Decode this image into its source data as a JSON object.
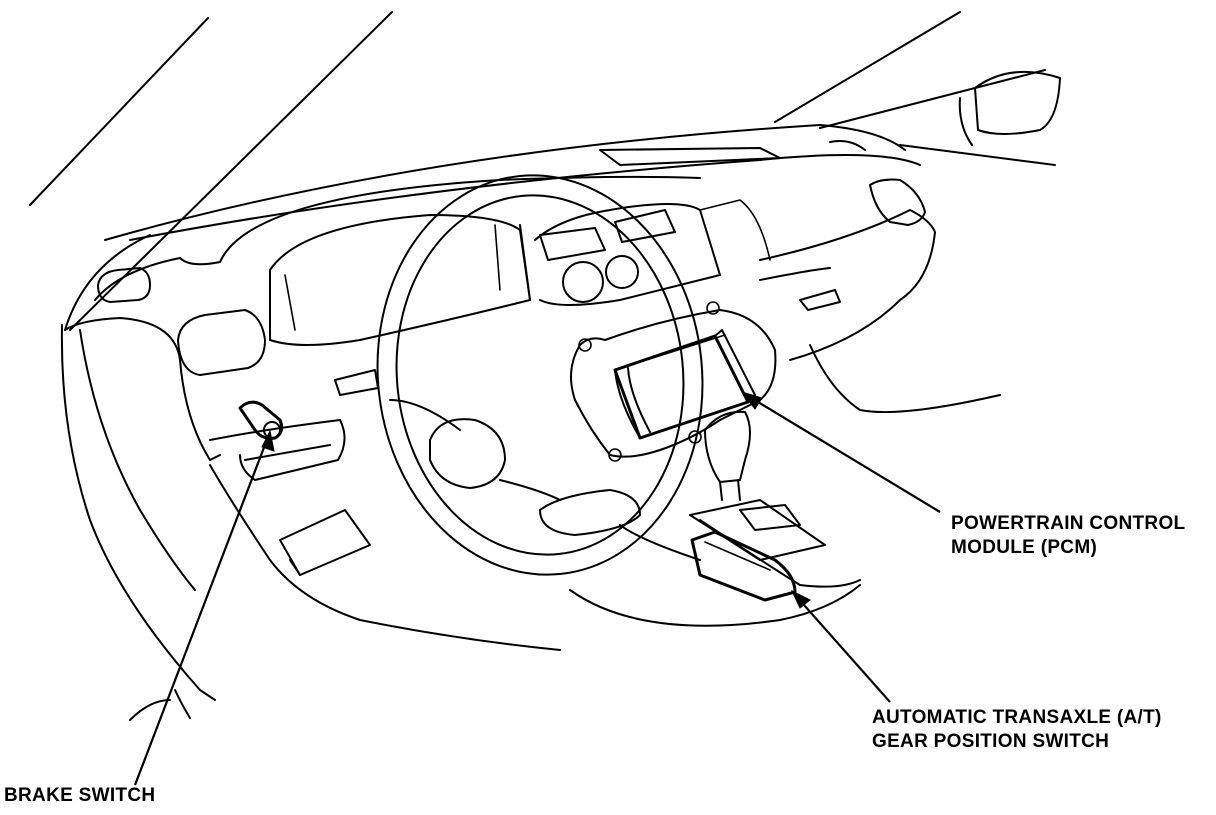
{
  "callouts": {
    "pcm": {
      "line1": "POWERTRAIN CONTROL",
      "line2": "MODULE (PCM)"
    },
    "gear_switch": {
      "line1": "AUTOMATIC TRANSAXLE (A/T)",
      "line2": "GEAR POSITION SWITCH"
    },
    "brake_switch": {
      "line1": "BRAKE SWITCH"
    }
  },
  "colors": {
    "ink": "#000000",
    "paper": "#ffffff"
  }
}
